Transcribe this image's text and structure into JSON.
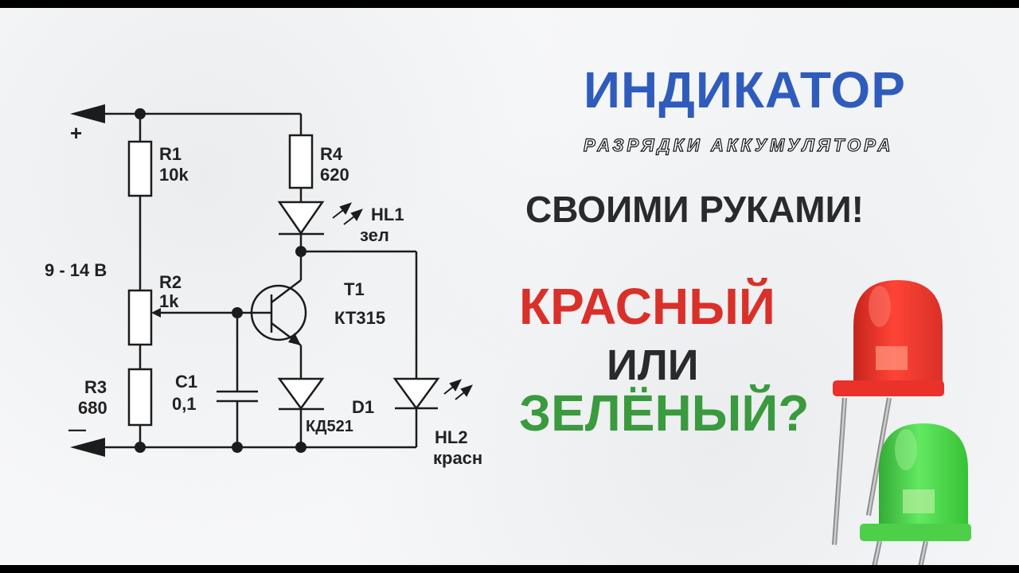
{
  "headline": {
    "title": "ИНДИКАТОР",
    "subtitle": "разрядки аккумулятора",
    "title_line2": "СВОИМИ РУКАМИ!",
    "question_red": "КРАСНЫЙ",
    "question_or": "ИЛИ",
    "question_green": "ЗЕЛЁНЫЙ?"
  },
  "colors": {
    "title_blue": "#2f5cbc",
    "red": "#d9302a",
    "green": "#3a9a3e",
    "dark_text": "#2a2a2e",
    "background": "#f6f7f8"
  },
  "schematic": {
    "supply": {
      "plus": "+",
      "minus": "—",
      "voltage": "9 - 14 В"
    },
    "components": [
      {
        "ref": "R1",
        "value": "10k",
        "type": "resistor"
      },
      {
        "ref": "R2",
        "value": "1k",
        "type": "potentiometer"
      },
      {
        "ref": "R3",
        "value": "680",
        "type": "resistor"
      },
      {
        "ref": "R4",
        "value": "620",
        "type": "resistor"
      },
      {
        "ref": "HL1",
        "value": "зел",
        "type": "led"
      },
      {
        "ref": "T1",
        "value": "КТ315",
        "type": "npn-transistor"
      },
      {
        "ref": "C1",
        "value": "0,1",
        "type": "capacitor"
      },
      {
        "ref": "D1",
        "value": "КД521",
        "type": "diode"
      },
      {
        "ref": "HL2",
        "value": "красн",
        "type": "led"
      }
    ]
  },
  "illustration": {
    "leds": [
      "red-led",
      "green-led"
    ]
  }
}
